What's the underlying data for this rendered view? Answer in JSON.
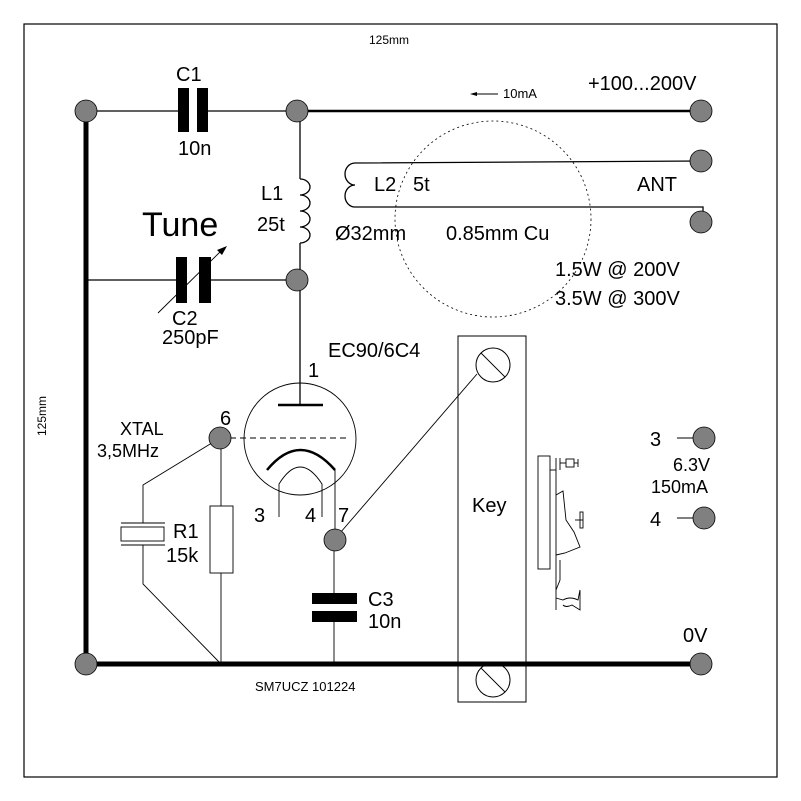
{
  "title": "EC90/6C4 single tube crystal oscillator transmitter",
  "dimensions": {
    "width_label": "125mm",
    "height_label": "125mm"
  },
  "components": {
    "c1": {
      "ref": "C1",
      "value": "10n"
    },
    "c2": {
      "ref": "C2",
      "value": "250pF",
      "function": "Tune"
    },
    "c3": {
      "ref": "C3",
      "value": "10n"
    },
    "l1": {
      "ref": "L1",
      "value": "25t"
    },
    "l2": {
      "ref": "L2",
      "value": "5t",
      "form": "Ø32mm",
      "wire": "0.85mm Cu"
    },
    "r1": {
      "ref": "R1",
      "value": "15k"
    },
    "xtal": {
      "ref": "XTAL",
      "value": "3,5MHz"
    },
    "tube": {
      "type": "EC90/6C4",
      "pins": {
        "anode": "1",
        "grid": "6",
        "heater_a": "3",
        "heater_b": "4",
        "cathode": "7"
      }
    },
    "key": {
      "label": "Key"
    }
  },
  "terminals": {
    "supply": "+100...200V",
    "current": "10mA",
    "antenna": "ANT",
    "ground": "0V",
    "heater_pin_a": "3",
    "heater_pin_b": "4",
    "heater_voltage": "6.3V",
    "heater_current": "150mA"
  },
  "power_notes": [
    "1.5W @ 200V",
    "3.5W @ 300V"
  ],
  "signature": "SM7UCZ 101224",
  "colors": {
    "node_fill": "#808080",
    "ink": "#000000",
    "background": "#ffffff"
  }
}
